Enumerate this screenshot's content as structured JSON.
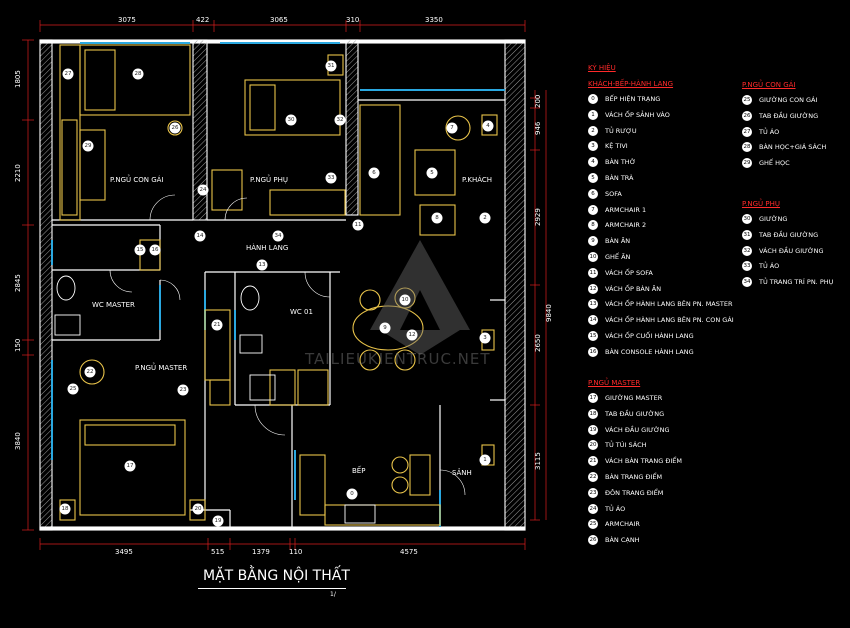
{
  "drawing_title": "MẶT BẰNG NỘI THẤT",
  "scale": "1/",
  "watermark": "TAILIEUKIENTRUC.NET",
  "dims_top": [
    "3075",
    "422",
    "3065",
    "310",
    "3350"
  ],
  "dims_bottom": [
    "3495",
    "515",
    "1379",
    "110",
    "4575"
  ],
  "dims_left": [
    "1805",
    "2210",
    "2845",
    "150",
    "3840"
  ],
  "dims_right": [
    "200",
    "946",
    "2929",
    "2650",
    "3115"
  ],
  "dim_right_total": "9840",
  "rooms": {
    "p_ngu_con_gai": "P.NGỦ CON GÁI",
    "p_ngu_phu": "P.NGỦ PHỤ",
    "p_khach": "P.KHÁCH",
    "hanh_lang": "HÀNH LANG",
    "wc_master": "WC MASTER",
    "wc_01": "WC 01",
    "p_ngu_master": "P.NGỦ MASTER",
    "bep": "BẾP",
    "sanh": "SẢNH"
  },
  "legend": {
    "title": "KÝ HIỆU",
    "groups": [
      {
        "name": "KHÁCH-BẾP-HÀNH LANG",
        "items": [
          {
            "no": "0",
            "text": "BẾP HIỆN TRẠNG"
          },
          {
            "no": "1",
            "text": "VÁCH ỐP SẢNH VÀO"
          },
          {
            "no": "2",
            "text": "TỦ RƯỢU"
          },
          {
            "no": "3",
            "text": "KỆ TIVI"
          },
          {
            "no": "4",
            "text": "BÀN THỜ"
          },
          {
            "no": "5",
            "text": "BÀN TRÀ"
          },
          {
            "no": "6",
            "text": "SOFA"
          },
          {
            "no": "7",
            "text": "ARMCHAIR 1"
          },
          {
            "no": "8",
            "text": "ARMCHAIR 2"
          },
          {
            "no": "9",
            "text": "BÀN ĂN"
          },
          {
            "no": "10",
            "text": "GHẾ ĂN"
          },
          {
            "no": "11",
            "text": "VÁCH ỐP SOFA"
          },
          {
            "no": "12",
            "text": "VÁCH ỐP BÀN ĂN"
          },
          {
            "no": "13",
            "text": "VÁCH ỐP HÀNH LANG BÊN PN. MASTER"
          },
          {
            "no": "14",
            "text": "VÁCH ỐP HÀNH LANG BÊN PN. CON GÁI"
          },
          {
            "no": "15",
            "text": "VÁCH ỐP CUỐI HÀNH LANG"
          },
          {
            "no": "16",
            "text": "BÀN CONSOLE HÀNH LANG"
          }
        ]
      },
      {
        "name": "P.NGỦ MASTER",
        "items": [
          {
            "no": "17",
            "text": "GIƯỜNG MASTER"
          },
          {
            "no": "18",
            "text": "TAB ĐẦU GIƯỜNG"
          },
          {
            "no": "19",
            "text": "VÁCH ĐẦU GIƯỜNG"
          },
          {
            "no": "20",
            "text": "TỦ TÚI SÁCH"
          },
          {
            "no": "21",
            "text": "VÁCH BÀN TRANG ĐIỂM"
          },
          {
            "no": "22",
            "text": "BÀN TRANG ĐIỂM"
          },
          {
            "no": "23",
            "text": "ĐÔN TRANG ĐIỂM"
          },
          {
            "no": "24",
            "text": "TỦ ÁO"
          },
          {
            "no": "25",
            "text": "ARMCHAIR"
          },
          {
            "no": "26",
            "text": "BÀN CẠNH"
          }
        ]
      },
      {
        "name": "P.NGỦ CON GÁI",
        "items": [
          {
            "no": "25",
            "text": "GIƯỜNG CON GÁI"
          },
          {
            "no": "26",
            "text": "TAB ĐẦU GIƯỜNG"
          },
          {
            "no": "27",
            "text": "TỦ ÁO"
          },
          {
            "no": "28",
            "text": "BÀN HỌC+GIÁ SÁCH"
          },
          {
            "no": "29",
            "text": "GHẾ HỌC"
          }
        ]
      },
      {
        "name": "P.NGỦ PHỤ",
        "items": [
          {
            "no": "30",
            "text": "GIƯỜNG"
          },
          {
            "no": "31",
            "text": "TAB ĐẦU GIƯỜNG"
          },
          {
            "no": "32",
            "text": "VÁCH ĐẦU GIƯỜNG"
          },
          {
            "no": "33",
            "text": "TỦ ÁO"
          },
          {
            "no": "34",
            "text": "TỦ TRANG TRÍ PN. PHỤ"
          }
        ]
      }
    ]
  },
  "plan_markers": [
    "0",
    "1",
    "2",
    "3",
    "4",
    "5",
    "6",
    "7",
    "8",
    "9",
    "10",
    "11",
    "12",
    "13",
    "14",
    "15",
    "16",
    "17",
    "18",
    "19",
    "20",
    "21",
    "22",
    "23",
    "24",
    "25",
    "26",
    "27",
    "28",
    "29",
    "30",
    "31",
    "32",
    "33",
    "34"
  ],
  "colors": {
    "wall": "#ffffff",
    "furniture": "#e8c34a",
    "window": "#2aa8e0",
    "dimension": "#d81e1e",
    "legend_head": "#ff2a2a"
  }
}
